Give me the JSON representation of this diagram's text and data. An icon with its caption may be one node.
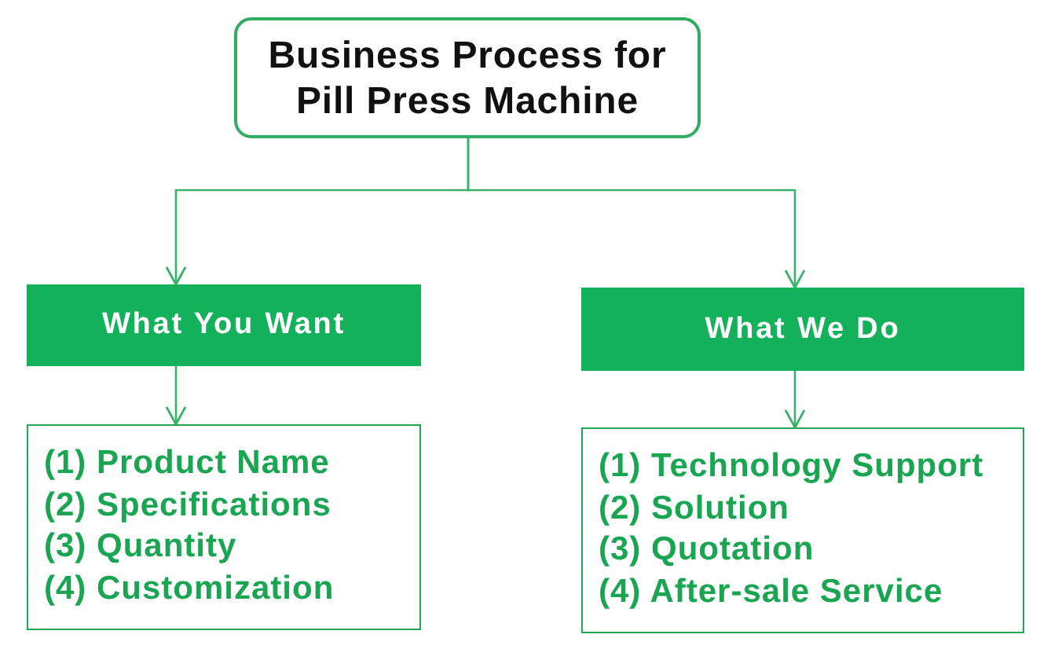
{
  "diagram": {
    "nodes": [
      {
        "text": [
          "Business Process for Pill Press Machine"
        ]
      },
      {
        "text": [
          "What You Want"
        ]
      },
      {
        "text": [
          "What We Do"
        ]
      },
      {
        "text": [
          "(1) Product Name",
          "(2) Specifications",
          "(3) Quantity",
          "(4) Customization"
        ]
      },
      {
        "text": [
          "(1) Technology Support",
          "(2) Solution",
          "(3) Quotation",
          "(4) After-sale Service"
        ]
      }
    ],
    "edges": [
      {
        "from": 0,
        "to": 1,
        "arrow": "to"
      },
      {
        "from": 0,
        "to": 2,
        "arrow": "to"
      },
      {
        "from": 1,
        "to": 3,
        "arrow": "to"
      },
      {
        "from": 2,
        "to": 4,
        "arrow": "to"
      }
    ]
  }
}
